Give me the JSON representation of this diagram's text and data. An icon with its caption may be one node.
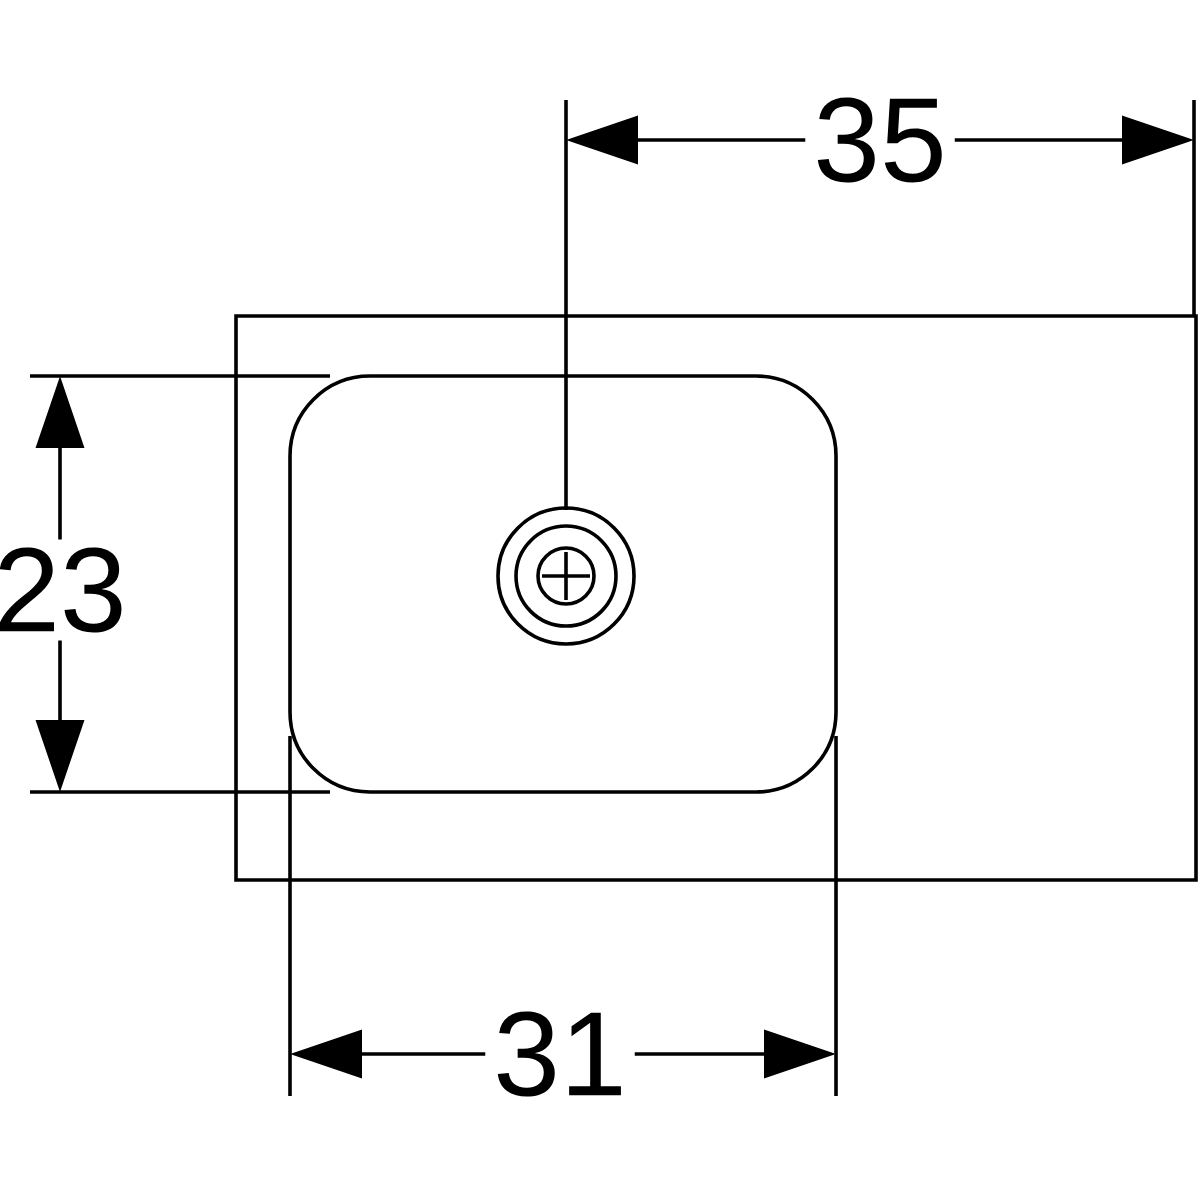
{
  "diagram": {
    "labels": [
      "35",
      "23",
      "31"
    ]
  }
}
